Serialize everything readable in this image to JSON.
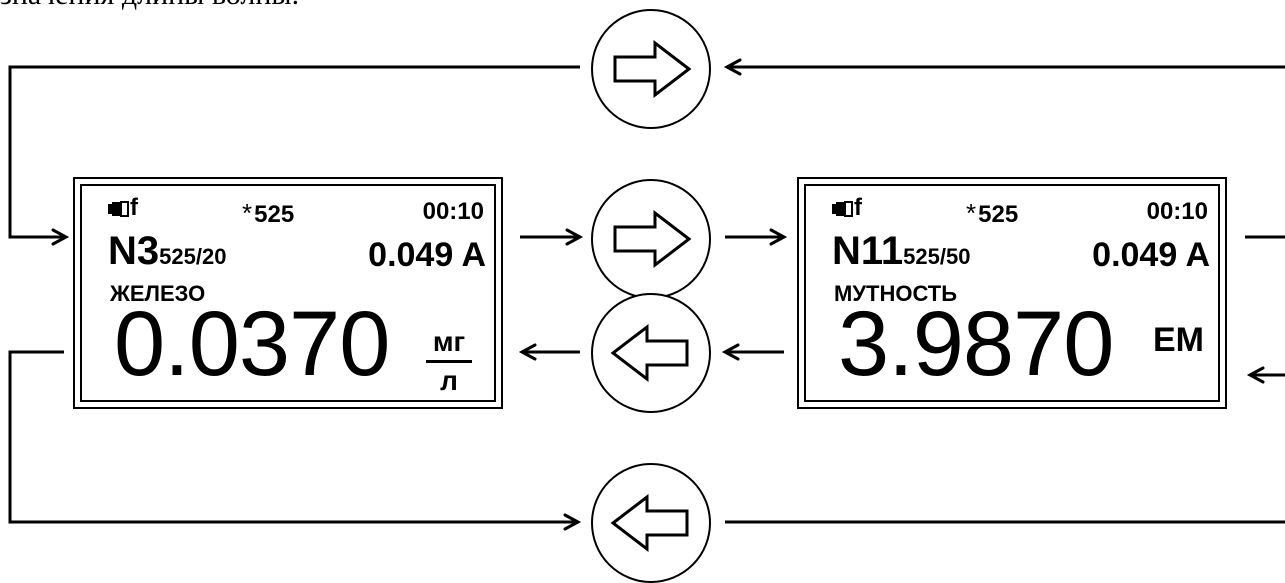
{
  "caption": "значения длины волны.",
  "panels": [
    {
      "battery_glyph": "battery-icon",
      "battery_suffix": "f",
      "star": "*",
      "wavelength": "525",
      "time": "00:10",
      "channel": "N3",
      "channel_sub": "525/20",
      "absorbance": "0.049 A",
      "substance": "ЖЕЛЕЗО",
      "value": "0.0370",
      "unit_num": "мг",
      "unit_den": "л"
    },
    {
      "battery_glyph": "battery-icon",
      "battery_suffix": "f",
      "star": "*",
      "wavelength": "525",
      "time": "00:10",
      "channel": "N11",
      "channel_sub": "525/50",
      "absorbance": "0.049 A",
      "substance": "МУТНОСТЬ",
      "value": "3.9870",
      "unit": "ЕМ"
    }
  ],
  "buttons": [
    {
      "icon": "right-arrow-icon",
      "direction": "right"
    },
    {
      "icon": "right-arrow-icon",
      "direction": "right"
    },
    {
      "icon": "left-arrow-icon",
      "direction": "left"
    },
    {
      "icon": "left-arrow-icon",
      "direction": "left"
    }
  ]
}
